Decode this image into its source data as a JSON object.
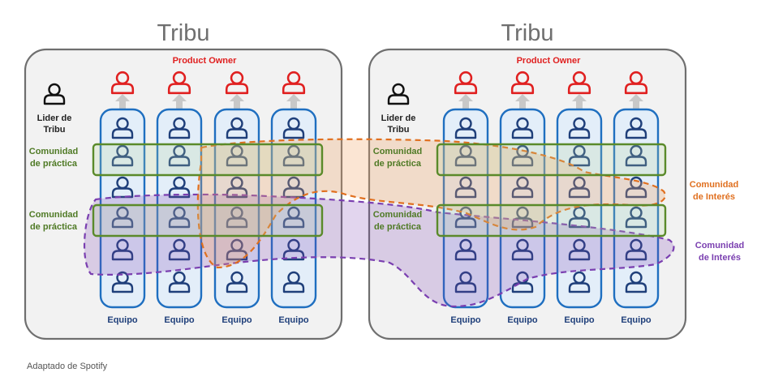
{
  "tribes": [
    {
      "title": "Tribu",
      "product_owner": "Product Owner",
      "leader_line1": "Lider de",
      "leader_line2": "Tribu",
      "cop_top_line1": "Comunidad",
      "cop_top_line2": "de práctica",
      "cop_bottom_line1": "Comunidad",
      "cop_bottom_line2": "de práctica",
      "teams": [
        "Equipo",
        "Equipo",
        "Equipo",
        "Equipo"
      ]
    },
    {
      "title": "Tribu",
      "product_owner": "Product Owner",
      "leader_line1": "Lider de",
      "leader_line2": "Tribu",
      "cop_top_line1": "Comunidad",
      "cop_top_line2": "de práctica",
      "cop_bottom_line1": "Comunidad",
      "cop_bottom_line2": "de práctica",
      "teams": [
        "Equipo",
        "Equipo",
        "Equipo",
        "Equipo"
      ]
    }
  ],
  "interest_orange": {
    "line1": "Comunidad",
    "line2": "de Interés"
  },
  "interest_purple": {
    "line1": "Comunidad",
    "line2": "de Interés"
  },
  "footer": "Adaptado de Spotify",
  "colors": {
    "product_owner": "#e02020",
    "team_border": "#1f6fc0",
    "team_fill": "#e3eef9",
    "chapter_border": "#5a8a2a",
    "orange_guild": "#e07020",
    "purple_guild": "#7a3fb0",
    "member_icon": "#1f3f7a",
    "tribe_border": "#6f6f6f"
  },
  "icons": [
    "person-icon",
    "product-owner-icon",
    "tribe-leader-icon",
    "up-arrow-icon"
  ]
}
